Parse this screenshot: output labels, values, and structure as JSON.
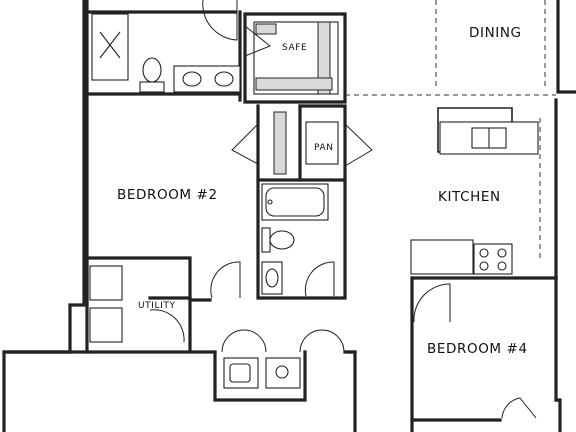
{
  "rooms": {
    "dining": "DINING",
    "kitchen": "KITCHEN",
    "bedroom2": "BEDROOM #2",
    "bedroom4": "BEDROOM #4",
    "safe": "SAFE",
    "pantry": "PAN",
    "utility": "UTILITY"
  }
}
